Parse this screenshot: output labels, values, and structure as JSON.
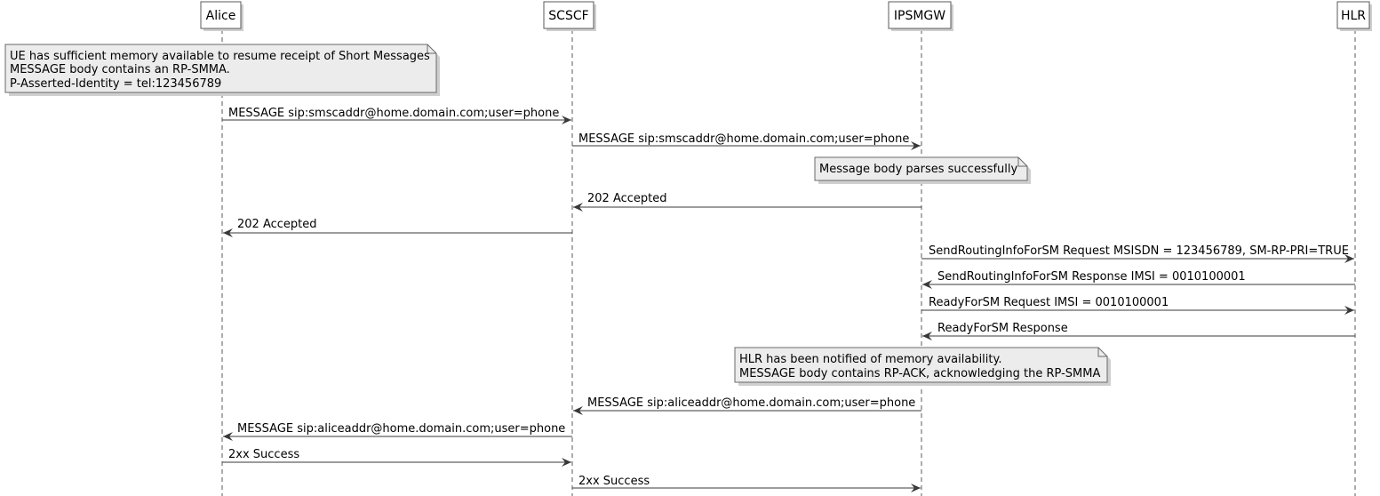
{
  "participants": [
    {
      "id": "alice",
      "label": "Alice"
    },
    {
      "id": "scscf",
      "label": "SCSCF"
    },
    {
      "id": "ipsmgw",
      "label": "IPSMGW"
    },
    {
      "id": "hlr",
      "label": "HLR"
    }
  ],
  "notes": [
    {
      "id": "note-ue-memory",
      "lines": [
        "UE has sufficient memory available to resume receipt of Short Messages",
        "MESSAGE body contains an RP-SMMA.",
        "P-Asserted-Identity = tel:123456789"
      ]
    },
    {
      "id": "note-body-parses",
      "lines": [
        "Message body parses successfully"
      ]
    },
    {
      "id": "note-hlr-notified",
      "lines": [
        "HLR has been notified of memory availability.",
        "MESSAGE body contains RP-ACK, acknowledging the RP-SMMA"
      ]
    }
  ],
  "messages": [
    {
      "from": "alice",
      "to": "scscf",
      "label": "MESSAGE sip:smscaddr@home.domain.com;user=phone"
    },
    {
      "from": "scscf",
      "to": "ipsmgw",
      "label": "MESSAGE sip:smscaddr@home.domain.com;user=phone"
    },
    {
      "from": "ipsmgw",
      "to": "scscf",
      "label": "202 Accepted"
    },
    {
      "from": "scscf",
      "to": "alice",
      "label": "202 Accepted"
    },
    {
      "from": "ipsmgw",
      "to": "hlr",
      "label": "SendRoutingInfoForSM Request MSISDN = 123456789, SM-RP-PRI=TRUE"
    },
    {
      "from": "hlr",
      "to": "ipsmgw",
      "label": "SendRoutingInfoForSM Response IMSI = 0010100001"
    },
    {
      "from": "ipsmgw",
      "to": "hlr",
      "label": "ReadyForSM Request IMSI = 0010100001"
    },
    {
      "from": "hlr",
      "to": "ipsmgw",
      "label": "ReadyForSM Response"
    },
    {
      "from": "ipsmgw",
      "to": "scscf",
      "label": "MESSAGE sip:aliceaddr@home.domain.com;user=phone"
    },
    {
      "from": "scscf",
      "to": "alice",
      "label": "MESSAGE sip:aliceaddr@home.domain.com;user=phone"
    },
    {
      "from": "alice",
      "to": "scscf",
      "label": "2xx Success"
    },
    {
      "from": "scscf",
      "to": "ipsmgw",
      "label": "2xx Success"
    }
  ],
  "colors": {
    "participant_fill": "#ffffff",
    "participant_border": "#5a5a5a",
    "lifeline": "#5a5a5a",
    "arrow": "#383838",
    "note_fill": "#ececec",
    "note_border": "#6a6a6a",
    "shadow": "#cfcfcf"
  }
}
